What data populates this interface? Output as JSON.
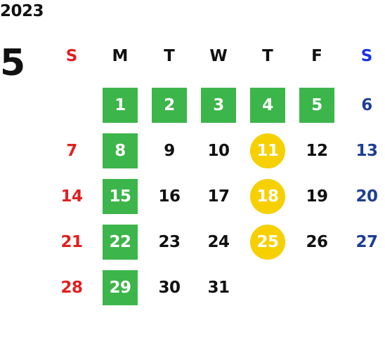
{
  "header": {
    "year": "2023",
    "month": "5"
  },
  "colors": {
    "text": "#111111",
    "sunday": "#e02020",
    "saturday": "#1f3f94",
    "saturday_header": "#1833e6",
    "green_highlight": "#3cb54a",
    "yellow_highlight": "#f6d000",
    "highlight_text": "#ffffff"
  },
  "weekdays": [
    {
      "label": "S",
      "color": "#e02020"
    },
    {
      "label": "M",
      "color": "#111111"
    },
    {
      "label": "T",
      "color": "#111111"
    },
    {
      "label": "W",
      "color": "#111111"
    },
    {
      "label": "T",
      "color": "#111111"
    },
    {
      "label": "F",
      "color": "#111111"
    },
    {
      "label": "S",
      "color": "#1833e6"
    }
  ],
  "weeks": [
    [
      {
        "day": "",
        "color": "#111111",
        "highlight": "none"
      },
      {
        "day": "1",
        "color": "#ffffff",
        "highlight": "green"
      },
      {
        "day": "2",
        "color": "#ffffff",
        "highlight": "green"
      },
      {
        "day": "3",
        "color": "#ffffff",
        "highlight": "green"
      },
      {
        "day": "4",
        "color": "#ffffff",
        "highlight": "green"
      },
      {
        "day": "5",
        "color": "#ffffff",
        "highlight": "green"
      },
      {
        "day": "6",
        "color": "#1f3f94",
        "highlight": "none"
      }
    ],
    [
      {
        "day": "7",
        "color": "#e02020",
        "highlight": "none"
      },
      {
        "day": "8",
        "color": "#ffffff",
        "highlight": "green"
      },
      {
        "day": "9",
        "color": "#111111",
        "highlight": "none"
      },
      {
        "day": "10",
        "color": "#111111",
        "highlight": "none"
      },
      {
        "day": "11",
        "color": "#ffffff",
        "highlight": "yellow"
      },
      {
        "day": "12",
        "color": "#111111",
        "highlight": "none"
      },
      {
        "day": "13",
        "color": "#1f3f94",
        "highlight": "none"
      }
    ],
    [
      {
        "day": "14",
        "color": "#e02020",
        "highlight": "none"
      },
      {
        "day": "15",
        "color": "#ffffff",
        "highlight": "green"
      },
      {
        "day": "16",
        "color": "#111111",
        "highlight": "none"
      },
      {
        "day": "17",
        "color": "#111111",
        "highlight": "none"
      },
      {
        "day": "18",
        "color": "#ffffff",
        "highlight": "yellow"
      },
      {
        "day": "19",
        "color": "#111111",
        "highlight": "none"
      },
      {
        "day": "20",
        "color": "#1f3f94",
        "highlight": "none"
      }
    ],
    [
      {
        "day": "21",
        "color": "#e02020",
        "highlight": "none"
      },
      {
        "day": "22",
        "color": "#ffffff",
        "highlight": "green"
      },
      {
        "day": "23",
        "color": "#111111",
        "highlight": "none"
      },
      {
        "day": "24",
        "color": "#111111",
        "highlight": "none"
      },
      {
        "day": "25",
        "color": "#ffffff",
        "highlight": "yellow"
      },
      {
        "day": "26",
        "color": "#111111",
        "highlight": "none"
      },
      {
        "day": "27",
        "color": "#1f3f94",
        "highlight": "none"
      }
    ],
    [
      {
        "day": "28",
        "color": "#e02020",
        "highlight": "none"
      },
      {
        "day": "29",
        "color": "#ffffff",
        "highlight": "green"
      },
      {
        "day": "30",
        "color": "#111111",
        "highlight": "none"
      },
      {
        "day": "31",
        "color": "#111111",
        "highlight": "none"
      },
      {
        "day": "",
        "color": "#111111",
        "highlight": "none"
      },
      {
        "day": "",
        "color": "#111111",
        "highlight": "none"
      },
      {
        "day": "",
        "color": "#111111",
        "highlight": "none"
      }
    ]
  ]
}
